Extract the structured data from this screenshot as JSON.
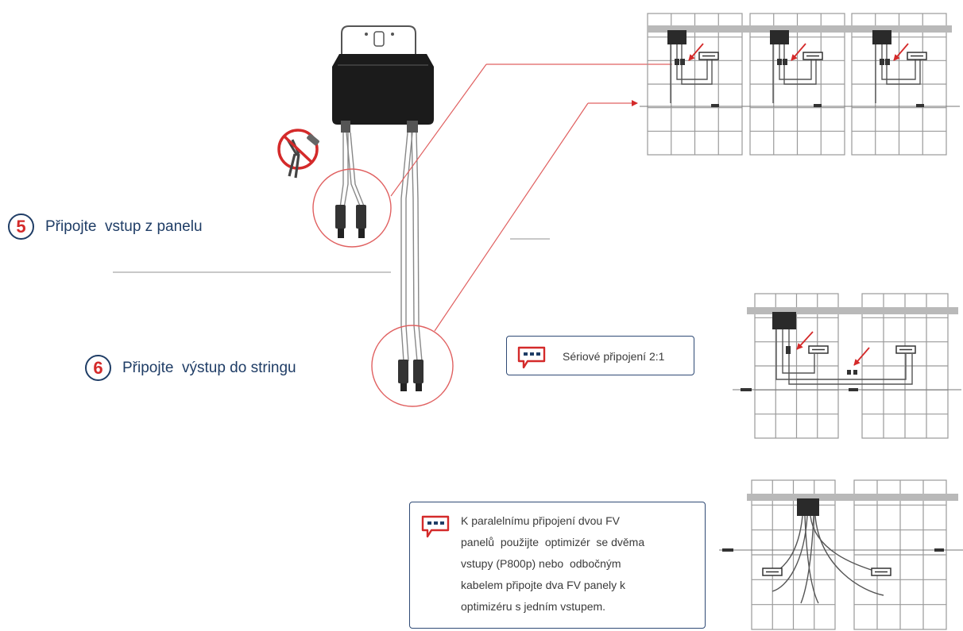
{
  "steps": [
    {
      "number": "5",
      "text": "Připojte  vstup z panelu"
    },
    {
      "number": "6",
      "text": "Připojte  výstup do stringu"
    }
  ],
  "notes": {
    "series": {
      "icon": "speech-bubble-icon",
      "text": "Sériové připojení 2:1"
    },
    "parallel": {
      "icon": "speech-bubble-icon",
      "lines": [
        "K paralelnímu připojení dvou FV",
        "panelů  použijte  optimizér  se dvěma",
        "vstupy (P800p) nebo  odbočným",
        "kabelem připojte dva FV panely k",
        "optimizéru s jedním vstupem."
      ]
    }
  },
  "icons": {
    "optimizer": "optimizer-icon",
    "no_tool": "no-crimp-tool-icon"
  },
  "colors": {
    "accent_red": "#d42a2a",
    "navy": "#1f3d66",
    "panel_line": "#9a9a9a",
    "rail": "#b9b9b9"
  }
}
